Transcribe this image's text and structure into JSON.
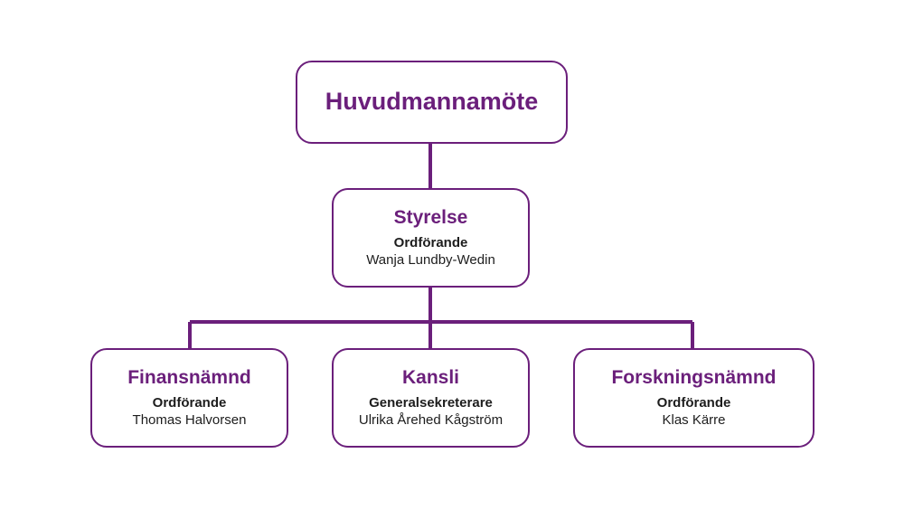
{
  "colors": {
    "accent": "#6b1f7b",
    "text": "#1d1d1d",
    "background": "#ffffff"
  },
  "chart": {
    "top": {
      "title": "Huvudmannamöte"
    },
    "board": {
      "title": "Styrelse",
      "role": "Ordförande",
      "person": "Wanja Lundby-Wedin"
    },
    "children": [
      {
        "title": "Finansnämnd",
        "role": "Ordförande",
        "person": "Thomas Halvorsen"
      },
      {
        "title": "Kansli",
        "role": "Generalsekreterare",
        "person": "Ulrika Årehed Kågström"
      },
      {
        "title": "Forskningsnämnd",
        "role": "Ordförande",
        "person": "Klas Kärre"
      }
    ]
  }
}
